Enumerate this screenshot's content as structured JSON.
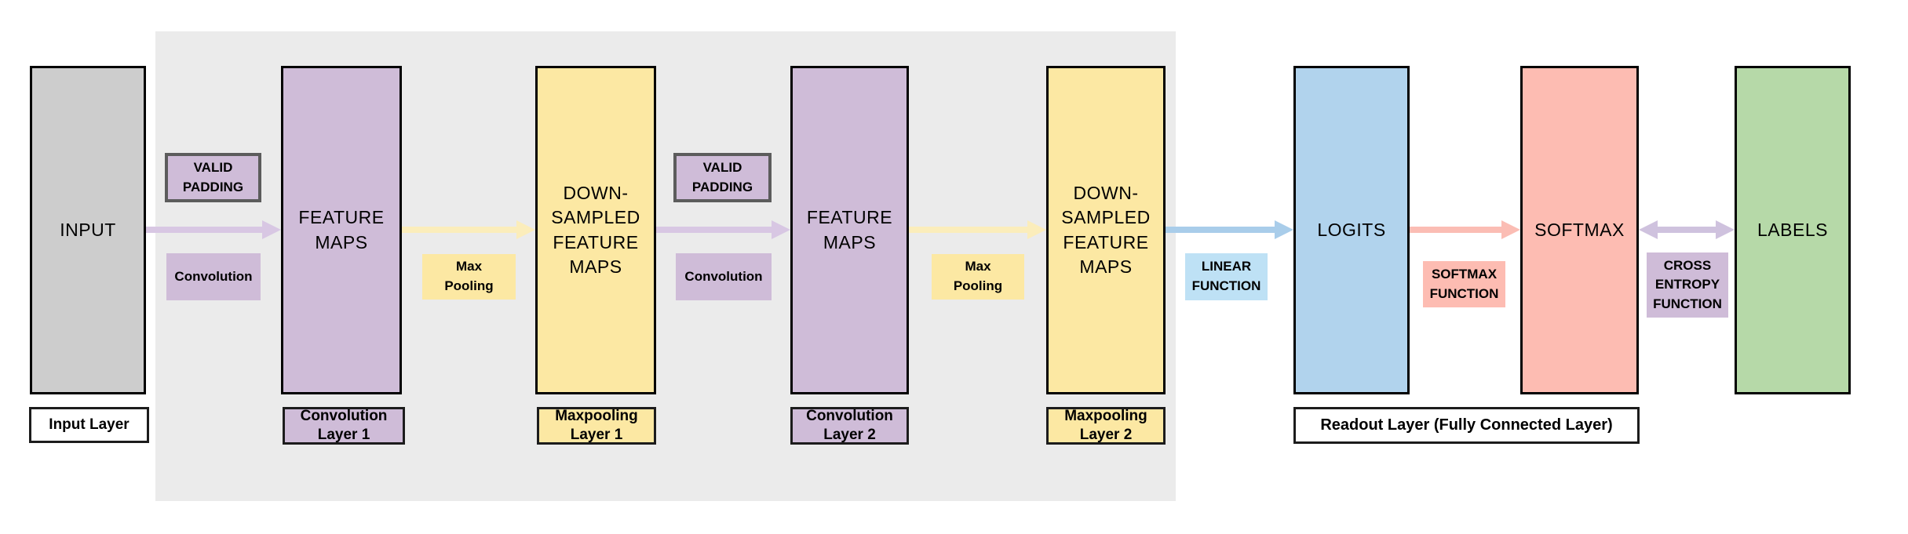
{
  "diagram_type": "cnn-architecture-flow",
  "colors": {
    "panel_bg": "#EBEBEB",
    "input_gray": "#CDCDCD",
    "purple": "#CFBCD8",
    "purple_arrow": "#D8C7E3",
    "valid_padding_border": "#5C5C5C",
    "yellow": "#FCE8A3",
    "yellow_arrow": "#FBEDBB",
    "blue": "#B1D3ED",
    "blue_light_label": "#BEE1F5",
    "blue_arrow": "#A9CDEA",
    "salmon": "#FDBCB2",
    "green": "#B6D9A8",
    "lavender_arrow": "#CFC2DE",
    "white": "#FFFFFF"
  },
  "boxes": {
    "input": "INPUT",
    "feature_maps_1": "FEATURE\nMAPS",
    "downsampled_1": "DOWN-\nSAMPLED\nFEATURE\nMAPS",
    "feature_maps_2": "FEATURE\nMAPS",
    "downsampled_2": "DOWN-\nSAMPLED\nFEATURE\nMAPS",
    "logits": "LOGITS",
    "softmax": "SOFTMAX",
    "labels": "LABELS"
  },
  "footers": {
    "input_layer": "Input Layer",
    "conv_layer_1": "Convolution\nLayer 1",
    "maxpool_layer_1": "Maxpooling\nLayer 1",
    "conv_layer_2": "Convolution\nLayer 2",
    "maxpool_layer_2": "Maxpooling\nLayer 2",
    "readout": "Readout Layer (Fully Connected Layer)"
  },
  "operations": {
    "valid_padding_1": "VALID\nPADDING",
    "convolution_1": "Convolution",
    "max_pooling_1": "Max\nPooling",
    "valid_padding_2": "VALID\nPADDING",
    "convolution_2": "Convolution",
    "max_pooling_2": "Max\nPooling",
    "linear_function": "LINEAR\nFUNCTION",
    "softmax_function": "SOFTMAX\nFUNCTION",
    "cross_entropy_function": "CROSS\nENTROPY\nFUNCTION"
  }
}
